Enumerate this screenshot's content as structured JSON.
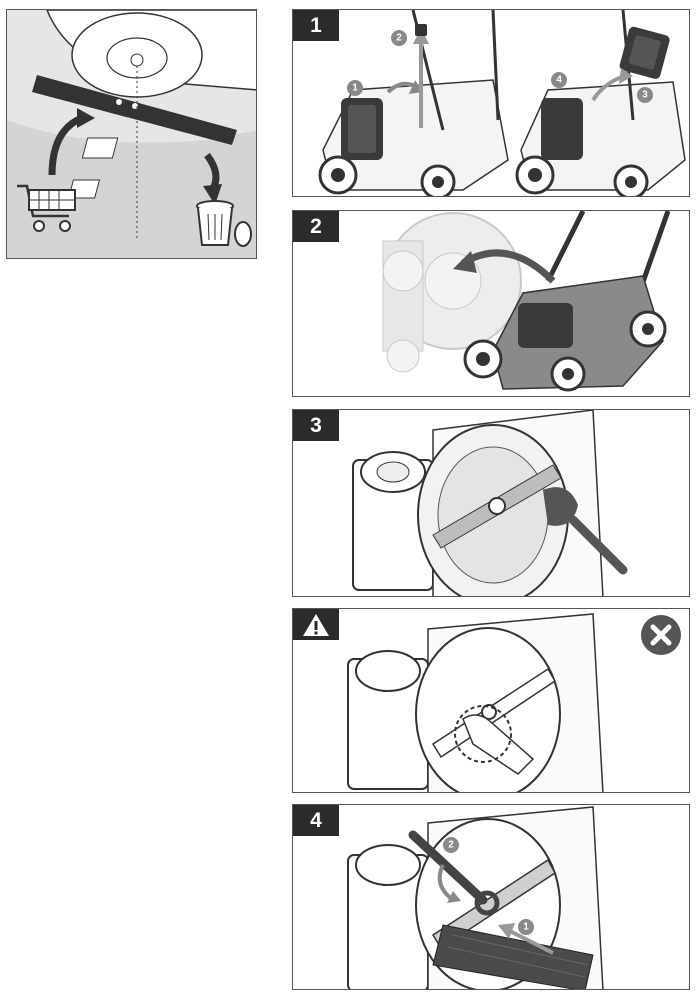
{
  "steps": [
    {
      "label": "1",
      "callouts": [
        "1",
        "2",
        "3",
        "4"
      ]
    },
    {
      "label": "2"
    },
    {
      "label": "3"
    },
    {
      "label": "warning"
    },
    {
      "label": "4",
      "callouts": [
        "1",
        "2"
      ]
    }
  ],
  "icons": {
    "top_left": [
      "blade-icon",
      "shopping-cart-icon",
      "trash-bin-icon"
    ],
    "panel1": [
      "battery-icon",
      "bolt-icon",
      "mower-icon"
    ],
    "panel2": [
      "mower-tilt-icon",
      "rotate-arrow-icon"
    ],
    "panel3": [
      "brush-icon",
      "blade-underside-icon"
    ],
    "panel4": [
      "warning-triangle-icon",
      "prohibited-icon",
      "hand-icon"
    ],
    "panel5": [
      "wrench-icon",
      "wood-block-icon"
    ]
  },
  "colors": {
    "badge": "#2b2b2b",
    "prohibited": "#555555",
    "line": "#333333",
    "ground": "#e6e6e6"
  }
}
